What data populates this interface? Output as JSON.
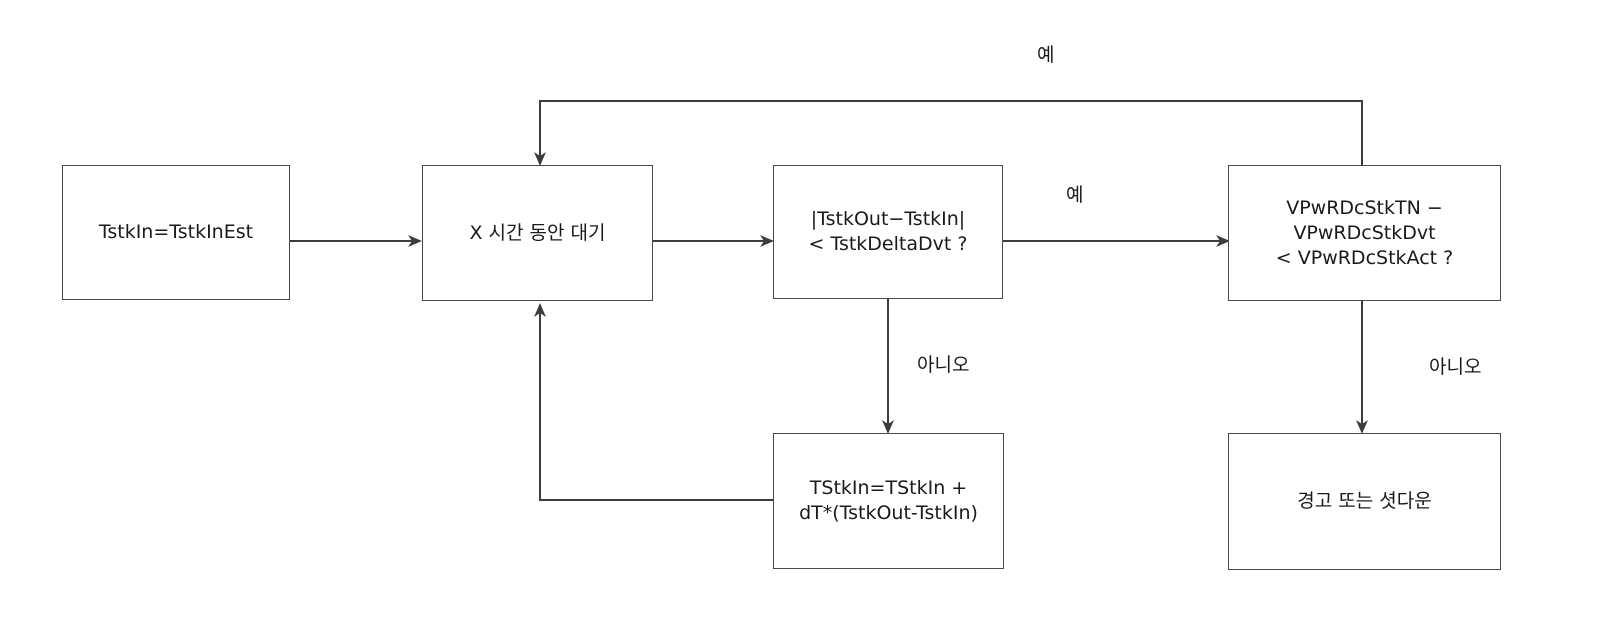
{
  "nodes": {
    "init": {
      "lines": [
        "TstkIn=TstkInEst"
      ]
    },
    "wait": {
      "lines": [
        "X 시간 동안 대기"
      ]
    },
    "check_delta": {
      "lines": [
        "|TstkOut−TstkIn|",
        "< TstkDeltaDvt ?"
      ]
    },
    "update": {
      "lines": [
        "TStkIn=TStkIn +",
        "dT*(TstkOut-TstkIn)"
      ]
    },
    "check_voltage": {
      "lines": [
        "VPwRDcStkTN −",
        "VPwRDcStkDvt",
        "< VPwRDcStkAct ?"
      ]
    },
    "alarm": {
      "lines": [
        "경고 또는 셧다운"
      ]
    }
  },
  "edge_labels": {
    "delta_yes": "예",
    "delta_no": "아니오",
    "voltage_yes": "예",
    "voltage_no": "아니오"
  }
}
